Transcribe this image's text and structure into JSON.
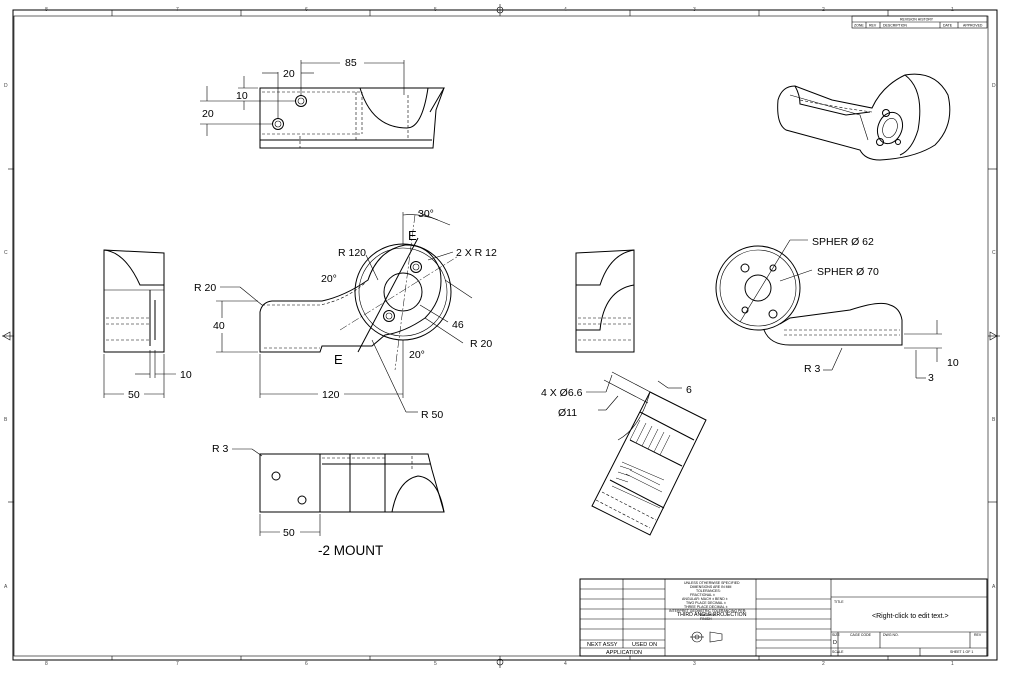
{
  "border": {
    "top_zones": [
      "8",
      "7",
      "6",
      "5",
      "4",
      "3",
      "2",
      "1"
    ],
    "bottom_zones": [
      "8",
      "7",
      "6",
      "5",
      "4",
      "3",
      "2",
      "1"
    ],
    "left_zones": [
      "D",
      "C",
      "B",
      "A"
    ],
    "right_zones": [
      "D",
      "C",
      "B",
      "A"
    ]
  },
  "revision_block": {
    "title": "REVISION HISTORY",
    "columns": [
      "ZONE",
      "REV",
      "DESCRIPTION",
      "DATE",
      "APPROVED"
    ]
  },
  "views": {
    "top_view": {
      "dims": [
        "85",
        "20",
        "10",
        "20"
      ]
    },
    "front_view": {
      "dims": [
        "30°",
        "E",
        "2 X R 12",
        "R 120",
        "20°",
        "R 20",
        "40",
        "46",
        "R 20",
        "20°",
        "E",
        "120",
        "R 50"
      ]
    },
    "left_view": {
      "dims": [
        "10",
        "50"
      ]
    },
    "bottom_view": {
      "dims": [
        "R 3",
        "50"
      ]
    },
    "right_view": {
      "dims": [
        "SPHER Ø  62",
        "SPHER Ø  70",
        "R 3",
        "10",
        "3"
      ]
    },
    "section_view": {
      "dims": [
        "4 X Ø6.6",
        "6",
        "Ø11"
      ]
    }
  },
  "part_label": "-2 MOUNT",
  "title_block": {
    "tolerance_lines": [
      "UNLESS OTHERWISE SPECIFIED",
      "DIMENSIONS ARE IN MM",
      "TOLERANCES:",
      "FRACTIONAL ±",
      "ANGULAR: MACH ±  BEND ±",
      "TWO PLACE DECIMAL ±",
      "THREE PLACE DECIMAL ±",
      "INTERPRET GEOMETRIC TOLERANCING PER:",
      "MATERIAL",
      "FINISH"
    ],
    "projection": "THIRD ANGLE PROJECTION",
    "next_assy": "NEXT ASSY",
    "used_on": "USED ON",
    "application": "APPLICATION",
    "title_label": "TITLE",
    "edit_text": "<Right-click to edit text.>",
    "size_label": "SIZE",
    "size_value": "D",
    "cage_code": "CAGE CODE",
    "dwg_no": "DWG NO.",
    "rev_label": "REV",
    "scale_label": "SCALE",
    "sheet": "SHEET 1 OF 1"
  }
}
